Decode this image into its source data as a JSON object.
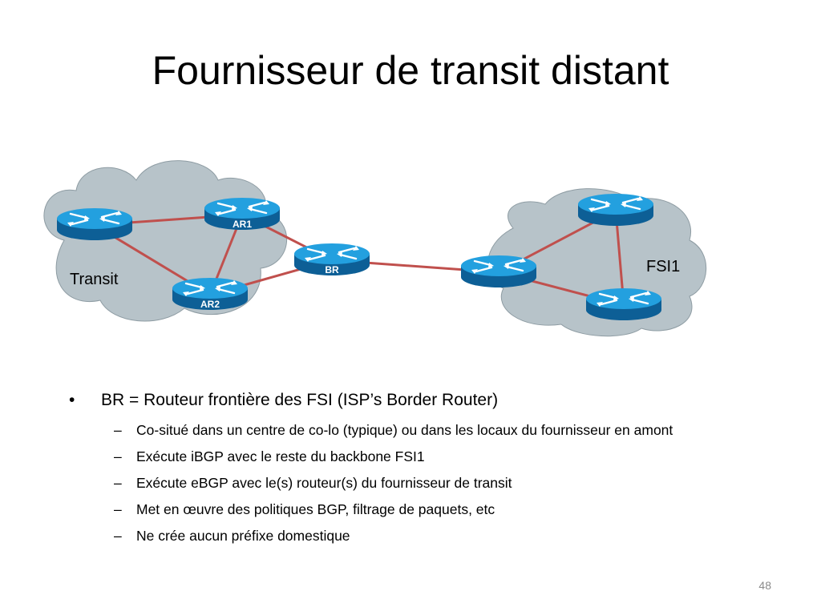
{
  "slide": {
    "title": "Fournisseur de transit distant",
    "page_number": "48"
  },
  "diagram": {
    "clouds": [
      {
        "id": "transit",
        "label": "Transit"
      },
      {
        "id": "fsi1",
        "label": "FSI1"
      }
    ],
    "routers": [
      {
        "id": "t1",
        "label": ""
      },
      {
        "id": "ar1",
        "label": "AR1"
      },
      {
        "id": "ar2",
        "label": "AR2"
      },
      {
        "id": "br",
        "label": "BR"
      },
      {
        "id": "f-edge",
        "label": ""
      },
      {
        "id": "f-top",
        "label": ""
      },
      {
        "id": "f-bottom",
        "label": ""
      }
    ],
    "links": [
      [
        "t1",
        "ar1"
      ],
      [
        "t1",
        "ar2"
      ],
      [
        "ar1",
        "ar2"
      ],
      [
        "ar1",
        "br"
      ],
      [
        "ar2",
        "br"
      ],
      [
        "br",
        "f-edge"
      ],
      [
        "f-edge",
        "f-top"
      ],
      [
        "f-edge",
        "f-bottom"
      ],
      [
        "f-top",
        "f-bottom"
      ]
    ],
    "colors": {
      "cloud_fill": "#b7c3c9",
      "cloud_stroke": "#8e9ca3",
      "link": "#c0504d",
      "router_body": "#1a8fd0",
      "router_dark": "#0d5f96",
      "router_top": "#23a0df",
      "router_label": "#ffffff"
    }
  },
  "bullets": [
    {
      "bullet_icon": "bullet-dot",
      "text": "BR = Routeur frontière des FSI (ISP’s Border Router)",
      "sub_bullet_icon": "en-dash",
      "children": [
        "Co-situé dans un centre de co-lo (typique) ou dans les locaux du fournisseur en amont",
        "Exécute iBGP avec le reste du backbone FSI1",
        "Exécute eBGP avec le(s) routeur(s) du fournisseur de transit",
        "Met en œuvre des politiques BGP, filtrage de paquets, etc",
        "Ne crée aucun préfixe domestique"
      ]
    }
  ]
}
